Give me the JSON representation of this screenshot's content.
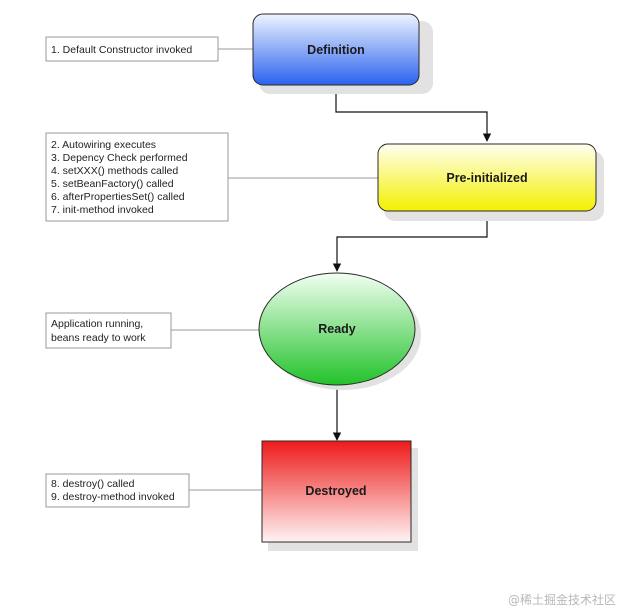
{
  "states": {
    "definition": {
      "label": "Definition"
    },
    "pre_initialized": {
      "label": "Pre-initialized"
    },
    "ready": {
      "label": "Ready"
    },
    "destroyed": {
      "label": "Destroyed"
    }
  },
  "notes": {
    "definition": [
      "1. Default Constructor invoked"
    ],
    "pre_initialized": [
      "2. Autowiring executes",
      "3. Depency Check performed",
      "4. setXXX() methods called",
      "5. setBeanFactory() called",
      "6. afterPropertiesSet() called",
      "7. init-method invoked"
    ],
    "ready": [
      "Application running,",
      "beans ready to work"
    ],
    "destroyed": [
      "8. destroy() called",
      "9. destroy-method invoked"
    ]
  },
  "watermark": "@稀土掘金技术社区",
  "colors": {
    "definition_top": "#eef4ff",
    "definition_bottom": "#2a62ee",
    "pre_initialized_top": "#fffff0",
    "pre_initialized_bottom": "#f4f000",
    "ready_top": "#f2fff2",
    "ready_bottom": "#22c22a",
    "destroyed_top": "#ee1a1a",
    "destroyed_bottom": "#fff4f4"
  }
}
